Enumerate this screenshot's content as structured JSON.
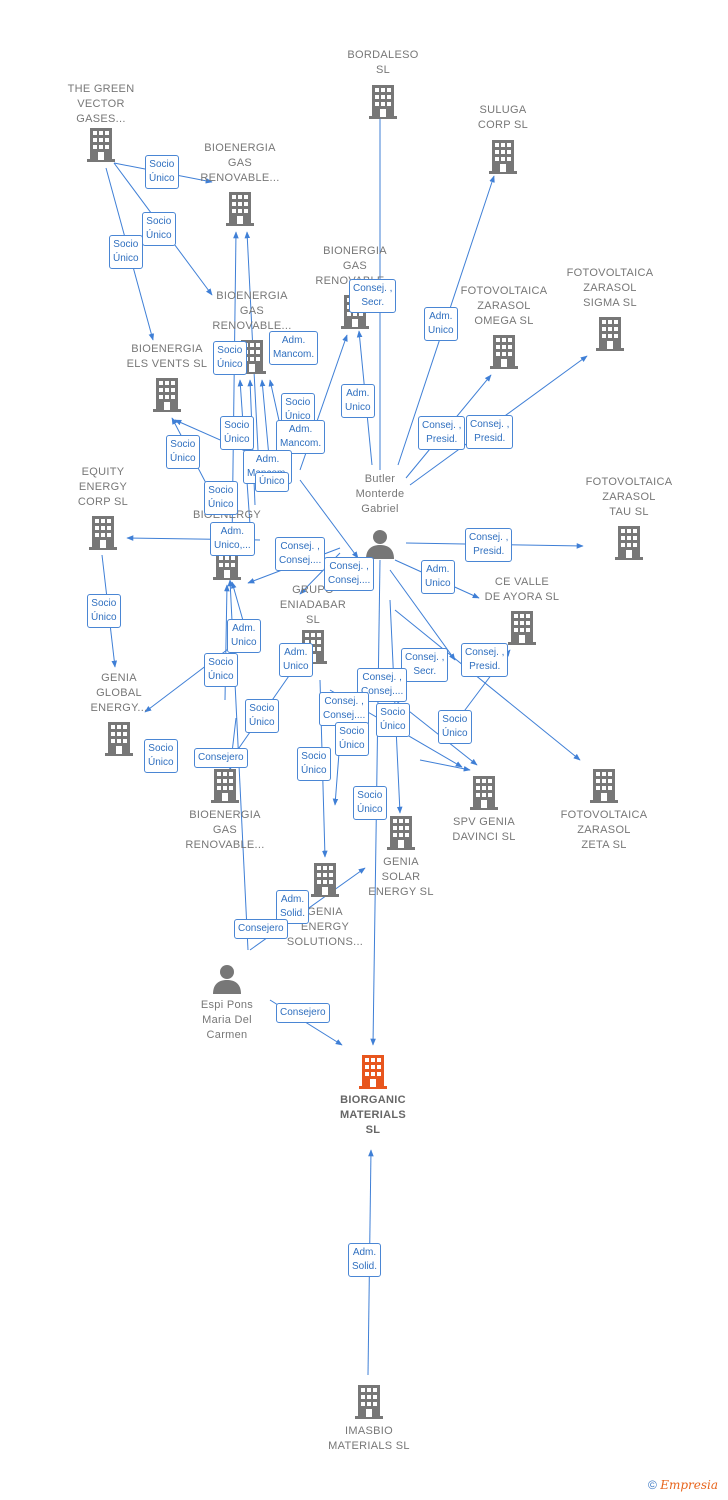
{
  "colors": {
    "edge": "#3f7fd6",
    "building": "#777777",
    "target": "#e8561e",
    "person": "#777777"
  },
  "nodes": [
    {
      "id": "green",
      "type": "company",
      "label": "THE GREEN\nVECTOR\nGASES..."
    },
    {
      "id": "bordaleso",
      "type": "company",
      "label": "BORDALESO\nSL"
    },
    {
      "id": "suluga",
      "type": "company",
      "label": "SULUGA\nCORP  SL"
    },
    {
      "id": "bgr1",
      "type": "company",
      "label": "BIOENERGIA\nGAS\nRENOVABLE..."
    },
    {
      "id": "bgr2",
      "type": "company",
      "label": "BIONERGIA\nGAS\nRENOVABLE..."
    },
    {
      "id": "bgr3",
      "type": "company",
      "label": "BIOENERGIA\nGAS\nRENOVABLE..."
    },
    {
      "id": "sigma",
      "type": "company",
      "label": "FOTOVOLTAICA\nZARASOL\nSIGMA  SL"
    },
    {
      "id": "omega",
      "type": "company",
      "label": "FOTOVOLTAICA\nZARASOL\nOMEGA  SL"
    },
    {
      "id": "elsvents",
      "type": "company",
      "label": "BIOENERGIA\nELS VENTS  SL"
    },
    {
      "id": "equity",
      "type": "company",
      "label": "EQUITY\nENERGY\nCORP SL"
    },
    {
      "id": "bioenergy",
      "type": "company",
      "label": "BIOENERGY"
    },
    {
      "id": "tau",
      "type": "company",
      "label": "FOTOVOLTAICA\nZARASOL\nTAU  SL"
    },
    {
      "id": "butler",
      "type": "person",
      "label": "Butler\nMonterde\nGabriel"
    },
    {
      "id": "grupo",
      "type": "company",
      "label": "GRUPO\nENIADABAR\nSL"
    },
    {
      "id": "ceValle",
      "type": "company",
      "label": "CE VALLE\nDE AYORA  SL"
    },
    {
      "id": "geniaGlobal",
      "type": "company",
      "label": "GENIA\nGLOBAL\nENERGY..."
    },
    {
      "id": "bgr4",
      "type": "company",
      "label": "BIOENERGIA\nGAS\nRENOVABLE..."
    },
    {
      "id": "spv",
      "type": "company",
      "label": "SPV GENIA\nDAVINCI  SL"
    },
    {
      "id": "zeta",
      "type": "company",
      "label": "FOTOVOLTAICA\nZARASOL\nZETA  SL"
    },
    {
      "id": "geniaSolar",
      "type": "company",
      "label": "GENIA\nSOLAR\nENERGY  SL"
    },
    {
      "id": "geniaSolutions",
      "type": "company",
      "label": "GENIA\nENERGY\nSOLUTIONS..."
    },
    {
      "id": "espi",
      "type": "person",
      "label": "Espi Pons\nMaria Del\nCarmen"
    },
    {
      "id": "biorganic",
      "type": "target",
      "label": "BIORGANIC\nMATERIALS\nSL"
    },
    {
      "id": "imasbio",
      "type": "company",
      "label": "IMASBIO\nMATERIALS  SL"
    }
  ],
  "edge_labels": [
    "Socio\nÚnico",
    "Socio\nÚnico",
    "Socio\nÚnico",
    "Consej. ,\nSecr.",
    "Adm.\nUnico",
    "Adm.\nMancom.",
    "Socio\nÚnico",
    "Adm.\nUnico",
    "Socio\nÚnico",
    "Adm.\nMancom.",
    "Consej. ,\nPresid.",
    "Consej. ,\nPresid.",
    "Socio\nÚnico",
    "Socio\nÚnico",
    "Adm.\nMancom.",
    "Único",
    "Socio\nÚnico",
    "Adm.\nUnico,...",
    "Consej. ,\nConsej....",
    "Consej. ,\nConsej....",
    "Consej. ,\nPresid.",
    "Socio\nÚnico",
    "Adm.\nUnico",
    "Socio\nÚnico",
    "Adm.\nUnico",
    "Adm.\nUnico",
    "Socio\nÚnico",
    "Consej. ,\nSecr.",
    "Consej. ,\nPresid.",
    "Consej. ,\nConsej....",
    "Socio\nÚnico",
    "Consej. ,\nConsej....",
    "Socio\nÚnico",
    "Socio\nÚnico",
    "Socio\nÚnico",
    "Socio\nÚnico",
    "Consejero",
    "Socio\nÚnico",
    "Adm.\nSolid.",
    "Consejero",
    "Consejero",
    "Adm.\nSolid.",
    "Socio\nÚnico"
  ],
  "footer": {
    "copyright": "©",
    "brand": "Empresia"
  }
}
